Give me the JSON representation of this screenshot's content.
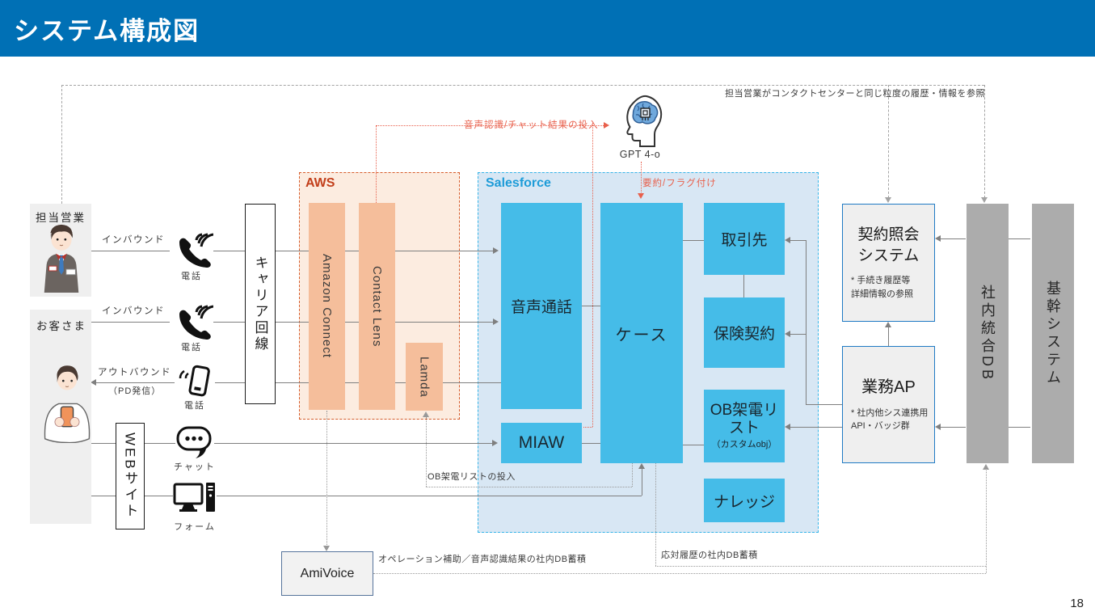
{
  "header": {
    "title": "システム構成図"
  },
  "page_number": "18",
  "colors": {
    "header_bg": "#0070B5",
    "aws_border": "#D65C2B",
    "aws_fill": "#FCECE0",
    "aws_item_fill": "#F5BE9B",
    "salesforce_border": "#35B4E8",
    "salesforce_fill": "#D8E7F4",
    "salesforce_item_fill": "#45BCE8",
    "gray_system_fill": "#ACACAC",
    "light_box_fill": "#EFEFEF",
    "accent_red": "#E8604C",
    "line_gray": "#7F7F7F"
  },
  "left": {
    "sales_label": "担当営業",
    "customer_label": "お客さま",
    "inbound_top": "インバウンド",
    "inbound_bottom": "インバウンド",
    "outbound": "アウトバウンド",
    "outbound_sub": "（PD発信）",
    "phone_top": "電話",
    "phone_mid": "電話",
    "phone_out": "電話",
    "chat": "チャット",
    "form": "フォーム",
    "carrier_line": "キャリア回線",
    "website": "WEBサイト"
  },
  "aws": {
    "title": "AWS",
    "amazon_connect": "Amazon Connect",
    "contact_lens": "Contact Lens",
    "lamda": "Lamda"
  },
  "salesforce": {
    "title": "Salesforce",
    "voice_call": "音声通話",
    "miaw": "MIAW",
    "case": "ケース",
    "account": "取引先",
    "insurance_contract": "保険契約",
    "ob_call_list": "OB架電リ\nスト",
    "ob_call_list_sub": "（カスタムobj）",
    "knowledge": "ナレッジ"
  },
  "ai": {
    "gpt_label": "GPT 4-o"
  },
  "right": {
    "contract_inquiry_title": "契約照会\nシステム",
    "contract_inquiry_note": "* 手続き履歴等\n詳細情報の参照",
    "business_ap_title": "業務AP",
    "business_ap_note": "* 社内他シス連携用\nAPI・バッジ群",
    "internal_db": "社内統合DB",
    "core_system": "基幹システム"
  },
  "amivoice": {
    "label": "AmiVoice"
  },
  "annotations": {
    "top_reference": "担当営業がコンタクトセンターと同じ粒度の履歴・情報を参照",
    "voice_chat_input": "音声認識/チャット結果の投入",
    "summary_flagging": "要約/フラグ付け",
    "ob_list_input": "OB架電リストの投入",
    "operation_support": "オペレーション補助／音声認識結果の社内DB蓄積",
    "response_history": "応対履歴の社内DB蓄積"
  }
}
